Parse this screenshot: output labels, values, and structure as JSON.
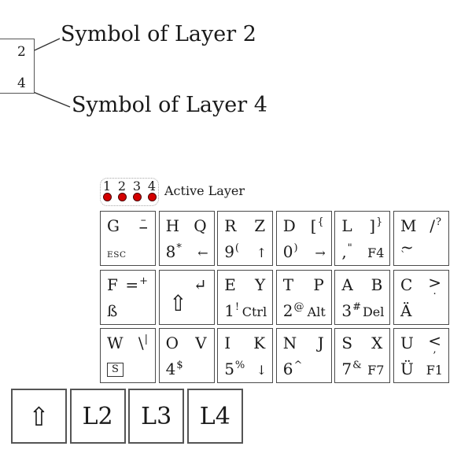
{
  "legend": {
    "position_2": "2",
    "position_4": "4",
    "caption_layer2": "Symbol of Layer 2",
    "caption_layer4": "Symbol of Layer 4"
  },
  "active_layer": {
    "numbers": [
      "1",
      "2",
      "3",
      "4"
    ],
    "label": "Active Layer",
    "dot_color": "#d40000"
  },
  "keyboard": {
    "rows": [
      [
        {
          "name": "key-g",
          "tl": "G",
          "tr": {
            "stack_top": "–",
            "stack_bottom": "–"
          },
          "bl": {
            "main": "ESC",
            "small": true
          }
        },
        {
          "name": "key-h",
          "tl": "H",
          "tr": {
            "main": "Q"
          },
          "bl": {
            "main": "8",
            "sup": "*"
          },
          "br": "←"
        },
        {
          "name": "key-r",
          "tl": "R",
          "tr": {
            "main": "Z"
          },
          "bl": {
            "main": "9",
            "sup": "("
          },
          "br": "↑"
        },
        {
          "name": "key-d",
          "tl": "D",
          "tr": {
            "main": "[",
            "sup": "{"
          },
          "bl": {
            "main": "0",
            "sup": ")"
          },
          "br": "→"
        },
        {
          "name": "key-l",
          "tl": "L",
          "tr": {
            "main": "]",
            "sup": "}"
          },
          "bl": {
            "main": ",",
            "sup": "\""
          },
          "br": "F4"
        },
        {
          "name": "key-m",
          "tl": "M",
          "tr": {
            "main": "/",
            "sup": "?"
          },
          "bl": {
            "main": "~",
            "sub": "`"
          }
        }
      ],
      [
        {
          "name": "key-f",
          "tl": "F",
          "tr": {
            "main": "=",
            "sup": "+"
          },
          "bl": {
            "main": "ß"
          }
        },
        {
          "name": "key-shift-left",
          "tl": "",
          "tr": {
            "main": "↵"
          },
          "bl": {
            "main": "⇧",
            "large": true
          }
        },
        {
          "name": "key-e",
          "tl": "E",
          "tr": {
            "main": "Y"
          },
          "bl": {
            "main": "1",
            "sup": "!"
          },
          "br": "Ctrl"
        },
        {
          "name": "key-t",
          "tl": "T",
          "tr": {
            "main": "P"
          },
          "bl": {
            "main": "2",
            "sup": "@"
          },
          "br": "Alt"
        },
        {
          "name": "key-a",
          "tl": "A",
          "tr": {
            "main": "B"
          },
          "bl": {
            "main": "3",
            "sup": "#"
          },
          "br": "Del"
        },
        {
          "name": "key-c",
          "tl": "C",
          "tr": {
            "main": ">",
            "sub": "."
          },
          "bl": {
            "main": "Ä"
          }
        }
      ],
      [
        {
          "name": "key-w",
          "tl": "W",
          "tr": {
            "main": "\\",
            "sup": "|"
          },
          "bl": {
            "boxed": "S"
          }
        },
        {
          "name": "key-o",
          "tl": "O",
          "tr": {
            "main": "V"
          },
          "bl": {
            "main": "4",
            "sup": "$"
          }
        },
        {
          "name": "key-i",
          "tl": "I",
          "tr": {
            "main": "K"
          },
          "bl": {
            "main": "5",
            "sup": "%"
          },
          "br": "↓"
        },
        {
          "name": "key-n",
          "tl": "N",
          "tr": {
            "main": "J"
          },
          "bl": {
            "main": "6",
            "sup": "^"
          }
        },
        {
          "name": "key-s",
          "tl": "S",
          "tr": {
            "main": "X"
          },
          "bl": {
            "main": "7",
            "sup": "&"
          },
          "br": "F7"
        },
        {
          "name": "key-u",
          "tl": "U",
          "tr": {
            "main": "<",
            "sub": ","
          },
          "bl": {
            "main": "Ü"
          },
          "br": "F1"
        }
      ]
    ],
    "bottom_row": [
      {
        "name": "shift-key",
        "label": "⇧"
      },
      {
        "name": "layer2-key",
        "label": "L2"
      },
      {
        "name": "layer3-key",
        "label": "L3"
      },
      {
        "name": "layer4-key",
        "label": "L4"
      }
    ]
  }
}
